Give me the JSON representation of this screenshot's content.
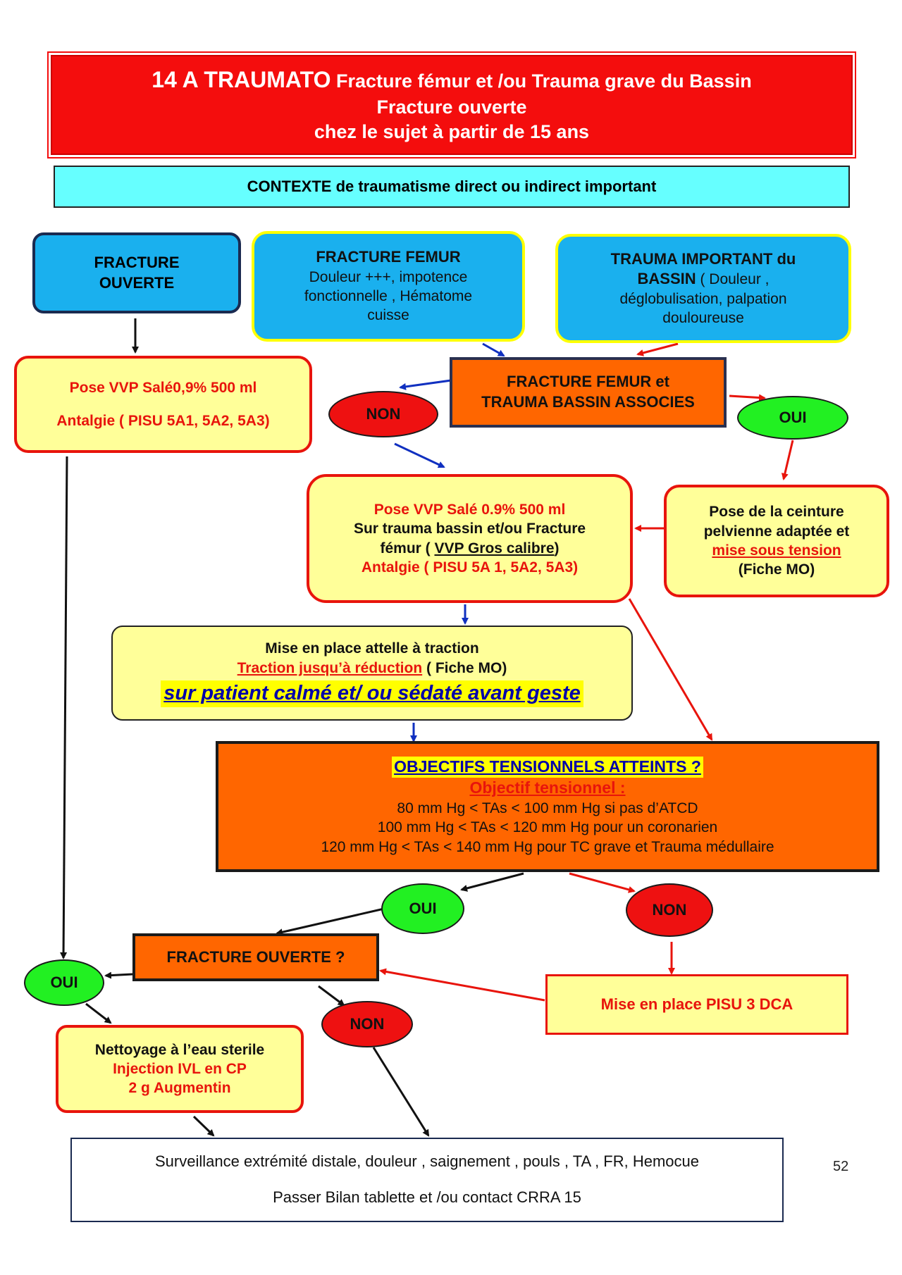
{
  "colors": {
    "title_red": "#f40d0d",
    "context_cyan": "#66ffff",
    "box_blue": "#1ab0ee",
    "box_yellow": "#ffff99",
    "box_orange": "#ff6600",
    "oval_green": "#22f022",
    "oval_red": "#ee1111",
    "text_red": "#e8140c",
    "text_blue": "#0000aa",
    "highlight_yellow": "#ffff00"
  },
  "title": {
    "line1_big": "14 A  TRAUMATO",
    "line1_rest": " Fracture  fémur et /ou Trauma grave du  Bassin",
    "line2": "Fracture  ouverte",
    "line3": "chez  le  sujet  à partir  de  15 ans"
  },
  "context": {
    "text": "CONTEXTE  de  traumatisme  direct  ou  indirect  important"
  },
  "fracture_ouverte": {
    "line1": "FRACTURE",
    "line2": "OUVERTE"
  },
  "fracture_femur": {
    "title": "FRACTURE  FEMUR",
    "line1": "Douleur +++, impotence",
    "line2": "fonctionnelle   , Hématome",
    "line3": "cuisse"
  },
  "trauma_bassin": {
    "title1": "TRAUMA  IMPORTANT  du",
    "title2_bold": "BASSIN",
    "title2_rest": " ( Douleur ,",
    "line3": "déglobulisation, palpation",
    "line4": "douloureuse"
  },
  "pose_vvp_left": {
    "line1": "Pose  VVP Salé0,9% 500 ml",
    "line2": "Antalgie  ( PISU  5A1, 5A2, 5A3)"
  },
  "associes": {
    "line1": "FRACTURE  FEMUR  et",
    "line2": "TRAUMA  BASSIN ASSOCIES"
  },
  "ovals": {
    "non_1": "NON",
    "oui_1": "OUI",
    "oui_2": "OUI",
    "non_2": "NON",
    "oui_3": "OUI",
    "non_3": "NON"
  },
  "pose_vvp_center": {
    "line1": "Pose  VVP Salé  0.9% 500 ml",
    "line2": "Sur trauma  bassin et/ou  Fracture",
    "line3_prefix": "fémur  ( ",
    "line3_underlined": "VVP Gros calibre",
    "line3_suffix": ")",
    "line4": "Antalgie  ( PISU  5A 1, 5A2, 5A3)"
  },
  "ceinture": {
    "line1": "Pose  de  la    ceinture",
    "line2": "pelvienne  adaptée et",
    "line3": "mise  sous tension",
    "line4": "(Fiche  MO)"
  },
  "attelle": {
    "line1": "Mise  en place  attelle  à traction",
    "line2_red": "Traction jusqu’à réduction",
    "line2_rest": "  ( Fiche  MO)",
    "line3": " sur  patient  calmé et/ ou  sédaté avant  geste"
  },
  "objectifs": {
    "title": "OBJECTIFS TENSIONNELS ATTEINTS ?",
    "subtitle": "Objectif tensionnel :",
    "line1": "80 mm Hg < TAs < 100 mm Hg si pas d’ATCD",
    "line2": "100 mm Hg < TAs < 120 mm Hg pour un coronarien",
    "line3": "120 mm Hg < TAs < 140 mm Hg pour TC grave et Trauma médullaire"
  },
  "fracture_ouverte_q": {
    "text": "FRACTURE  OUVERTE ?"
  },
  "pisu_dca": {
    "text": "Mise  en place  PISU  3 DCA"
  },
  "nettoyage": {
    "line1": "Nettoyage à l’eau  sterile",
    "line2": "Injection IVL  en CP",
    "line3": "2 g Augmentin"
  },
  "surveillance": {
    "line1": "Surveillance extrémité distale, douleur   , saignement   , pouls , TA , FR, Hemocue",
    "line2": "Passer  Bilan tablette et /ou  contact  CRRA  15"
  },
  "page_number": "52"
}
